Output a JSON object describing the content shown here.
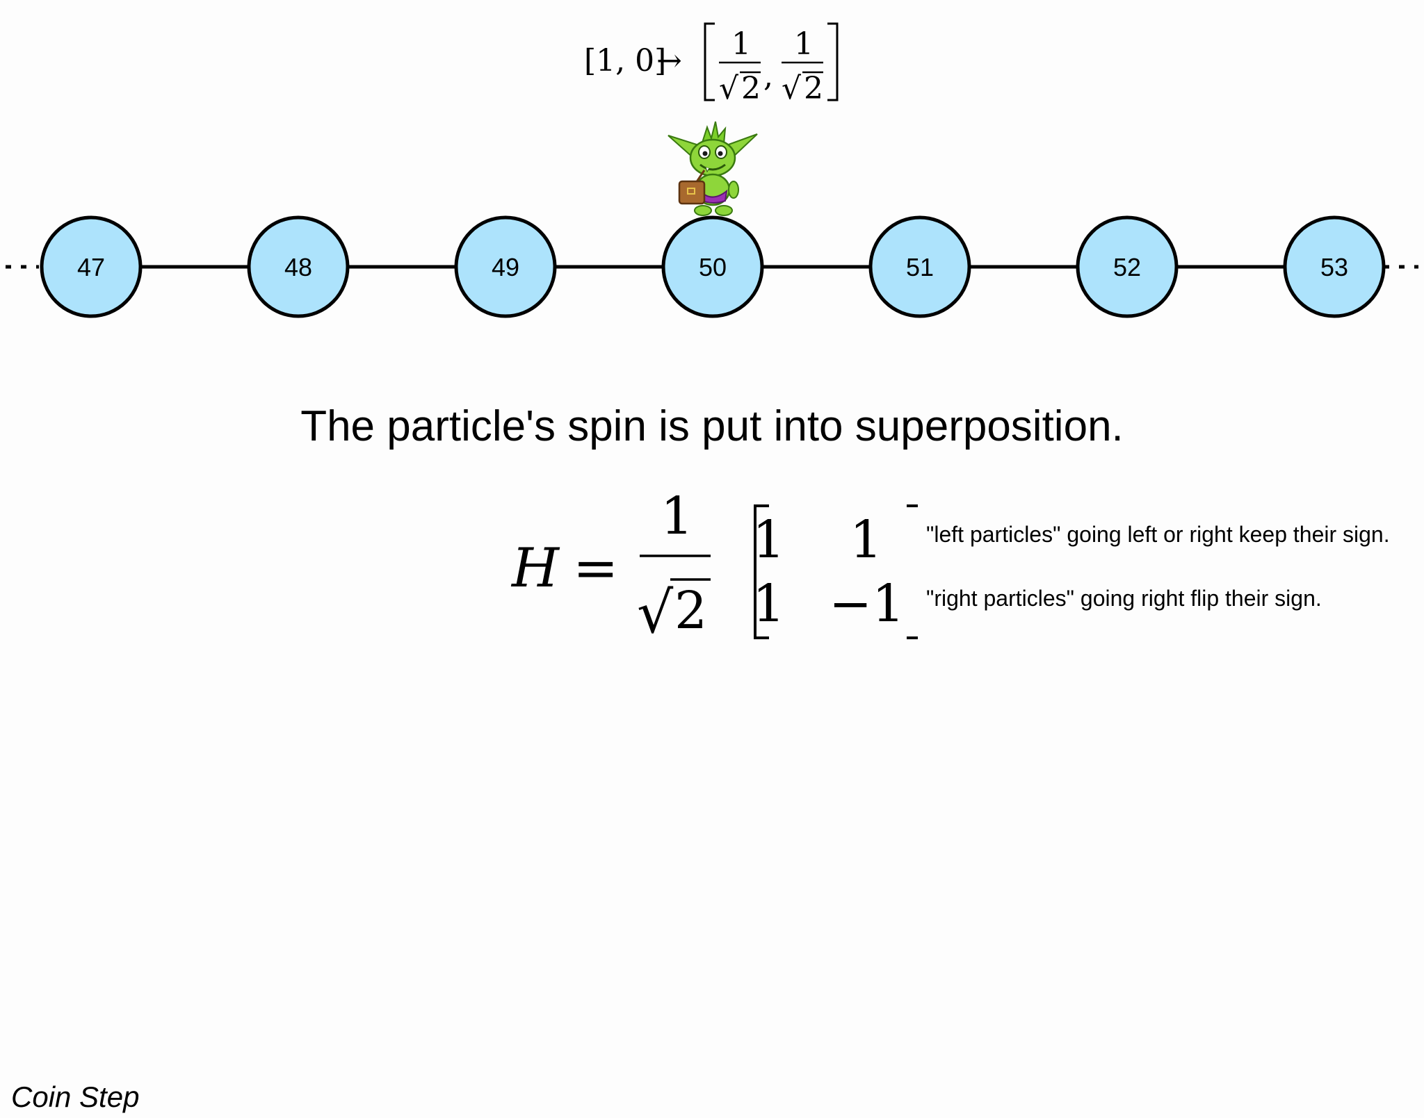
{
  "state_formula": {
    "lhs": "[1, 0]",
    "arrow": "→",
    "numerator": "1",
    "root": "√",
    "radicand": "2",
    "comma": ","
  },
  "lattice": {
    "nodes": [
      "47",
      "48",
      "49",
      "50",
      "51",
      "52",
      "53"
    ],
    "node_fill": "#ade3fc",
    "active_node": "50"
  },
  "caption": "The particle's spin is put into superposition.",
  "hadamard": {
    "symbol": "H",
    "equals": "=",
    "numerator": "1",
    "root": "√",
    "radicand": "2",
    "matrix": [
      [
        "1",
        "1"
      ],
      [
        "1",
        "−1"
      ]
    ]
  },
  "annotations": {
    "row1": "\"left particles\" going left or right keep their sign.",
    "row2": "\"right particles\" going right flip their sign."
  },
  "slide_label": "Coin Step"
}
